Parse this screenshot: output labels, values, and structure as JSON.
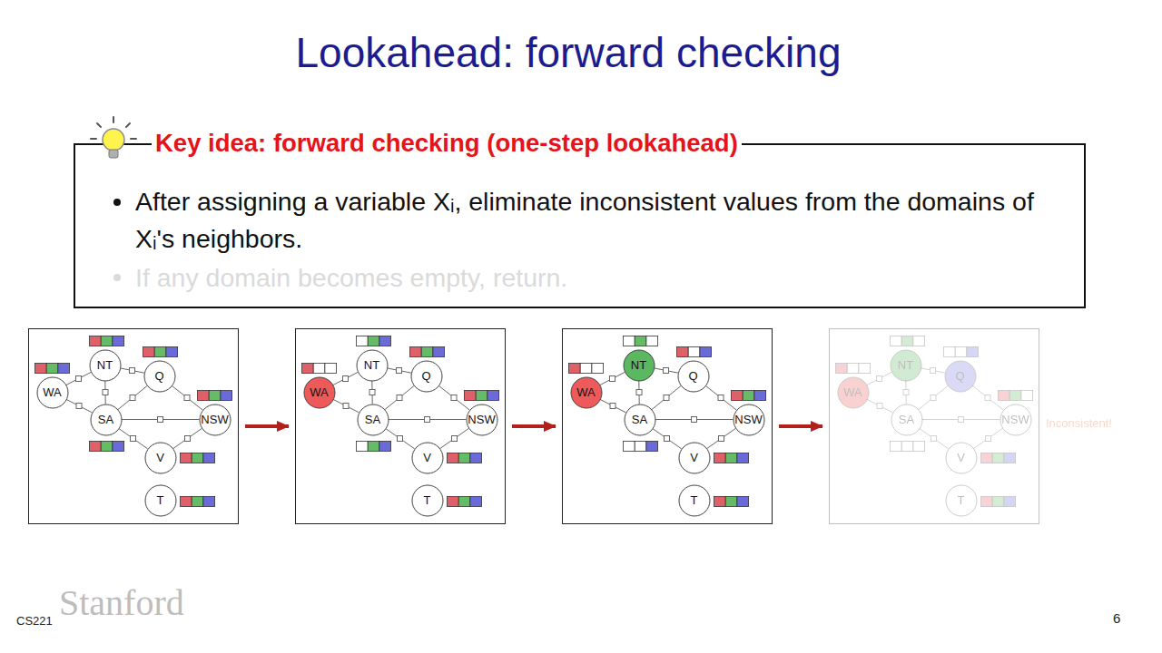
{
  "diagram": {
    "title": "Lookahead: forward checking",
    "nodes": [
      {
        "text": [
          "Key idea: forward checking (one-step lookahead)",
          "After assigning a variable Xᵢ, eliminate inconsistent values from the domains of Xᵢ's neighbors.",
          "If any domain becomes empty, return."
        ]
      },
      {},
      {
        "text": [
          "NT"
        ],
        "in": 1
      },
      {
        "text": [
          "Q"
        ],
        "in": 1
      },
      {
        "text": [
          "WA"
        ],
        "in": 1
      },
      {
        "text": [
          "SA"
        ],
        "in": 1
      },
      {
        "text": [
          "NSW"
        ],
        "in": 1
      },
      {
        "text": [
          "V"
        ],
        "in": 1
      },
      {
        "text": [
          "T"
        ],
        "in": 1
      },
      {},
      {
        "text": [
          "NT"
        ],
        "in": 9
      },
      {
        "text": [
          "Q"
        ],
        "in": 9
      },
      {
        "text": [
          "WA"
        ],
        "in": 9
      },
      {
        "text": [
          "SA"
        ],
        "in": 9
      },
      {
        "text": [
          "NSW"
        ],
        "in": 9
      },
      {
        "text": [
          "V"
        ],
        "in": 9
      },
      {
        "text": [
          "T"
        ],
        "in": 9
      },
      {},
      {
        "text": [
          "NT"
        ],
        "in": 17
      },
      {
        "text": [
          "Q"
        ],
        "in": 17
      },
      {
        "text": [
          "WA"
        ],
        "in": 17
      },
      {
        "text": [
          "SA"
        ],
        "in": 17
      },
      {
        "text": [
          "NSW"
        ],
        "in": 17
      },
      {
        "text": [
          "V"
        ],
        "in": 17
      },
      {
        "text": [
          "T"
        ],
        "in": 17
      },
      {
        "text": [
          "Inconsistent!"
        ]
      },
      {
        "text": [
          "NT"
        ],
        "in": 25
      },
      {
        "text": [
          "Q"
        ],
        "in": 25
      },
      {
        "text": [
          "WA"
        ],
        "in": 25
      },
      {
        "text": [
          "SA"
        ],
        "in": 25
      },
      {
        "text": [
          "NSW"
        ],
        "in": 25
      },
      {
        "text": [
          "V"
        ],
        "in": 25
      },
      {
        "text": [
          "T"
        ],
        "in": 25
      }
    ],
    "edges": [
      {
        "from": 4,
        "to": 2,
        "arrow": "none"
      },
      {
        "from": 4,
        "to": 5,
        "arrow": "none"
      },
      {
        "from": 2,
        "to": 5,
        "arrow": "none"
      },
      {
        "from": 2,
        "to": 3,
        "arrow": "none"
      },
      {
        "from": 5,
        "to": 3,
        "arrow": "none"
      },
      {
        "from": 5,
        "to": 6,
        "arrow": "none"
      },
      {
        "from": 3,
        "to": 6,
        "arrow": "none"
      },
      {
        "from": 5,
        "to": 7,
        "arrow": "none"
      },
      {
        "from": 6,
        "to": 7,
        "arrow": "none"
      },
      {
        "from": 12,
        "to": 10,
        "arrow": "none"
      },
      {
        "from": 12,
        "to": 13,
        "arrow": "none"
      },
      {
        "from": 10,
        "to": 13,
        "arrow": "none"
      },
      {
        "from": 10,
        "to": 11,
        "arrow": "none"
      },
      {
        "from": 13,
        "to": 11,
        "arrow": "none"
      },
      {
        "from": 13,
        "to": 14,
        "arrow": "none"
      },
      {
        "from": 11,
        "to": 14,
        "arrow": "none"
      },
      {
        "from": 13,
        "to": 15,
        "arrow": "none"
      },
      {
        "from": 14,
        "to": 15,
        "arrow": "none"
      },
      {
        "from": 20,
        "to": 18,
        "arrow": "none"
      },
      {
        "from": 20,
        "to": 21,
        "arrow": "none"
      },
      {
        "from": 18,
        "to": 21,
        "arrow": "none"
      },
      {
        "from": 18,
        "to": 19,
        "arrow": "none"
      },
      {
        "from": 21,
        "to": 19,
        "arrow": "none"
      },
      {
        "from": 21,
        "to": 22,
        "arrow": "none"
      },
      {
        "from": 19,
        "to": 22,
        "arrow": "none"
      },
      {
        "from": 21,
        "to": 23,
        "arrow": "none"
      },
      {
        "from": 22,
        "to": 23,
        "arrow": "none"
      },
      {
        "from": 28,
        "to": 26,
        "arrow": "none"
      },
      {
        "from": 28,
        "to": 29,
        "arrow": "none"
      },
      {
        "from": 26,
        "to": 29,
        "arrow": "none"
      },
      {
        "from": 26,
        "to": 27,
        "arrow": "none"
      },
      {
        "from": 29,
        "to": 27,
        "arrow": "none"
      },
      {
        "from": 29,
        "to": 30,
        "arrow": "none"
      },
      {
        "from": 27,
        "to": 30,
        "arrow": "none"
      },
      {
        "from": 29,
        "to": 31,
        "arrow": "none"
      },
      {
        "from": 30,
        "to": 31,
        "arrow": "none"
      },
      {
        "from": 1,
        "to": 9,
        "arrow": "to"
      },
      {
        "from": 9,
        "to": 17,
        "arrow": "to"
      },
      {
        "from": 17,
        "to": 25,
        "arrow": "to"
      }
    ],
    "labels": [
      "Stanford",
      "CS221",
      "6"
    ]
  }
}
